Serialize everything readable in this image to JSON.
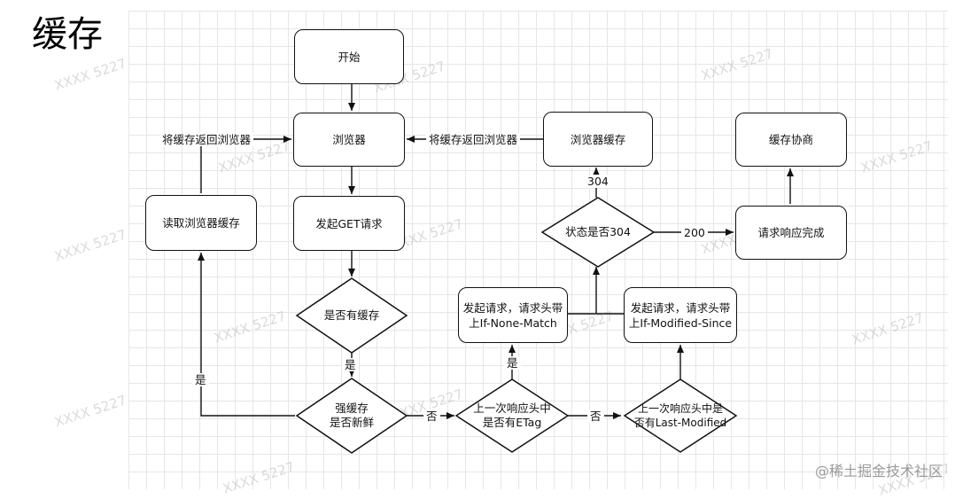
{
  "title": "缓存",
  "nodes": {
    "start": "开始",
    "browser": "浏览器",
    "send_get": "发起GET请求",
    "has_cache": "是否有缓存",
    "strong_cache": "强缓存",
    "strong_cache_2": "是否新鲜",
    "read_cache": "读取浏览器缓存",
    "etag_check": "上一次响应头中",
    "etag_check_2": "是否有ETag",
    "lm_check": "上一次响应头中是",
    "lm_check_2": "否有Last-Modified",
    "inm_request": "发起请求，请求头带",
    "inm_request_2": "上If-None-Match",
    "ims_request": "发起请求，请求头带",
    "ims_request_2": "上If-Modified-Since",
    "status_check": "状态是否304",
    "browser_cache": "浏览器缓存",
    "response_done": "请求响应完成",
    "cache_negotiation": "缓存协商"
  },
  "edge_labels": {
    "return_to_browser_left": "将缓存返回浏览器",
    "return_to_browser_right": "将缓存返回浏览器",
    "yes_has_cache": "是",
    "yes_fresh": "是",
    "no_not_fresh": "否",
    "yes_etag": "是",
    "no_etag": "否",
    "status_304": "304",
    "status_200": "200"
  },
  "watermark": "XXXX 5227",
  "footer": "@稀土掘金技术社区"
}
